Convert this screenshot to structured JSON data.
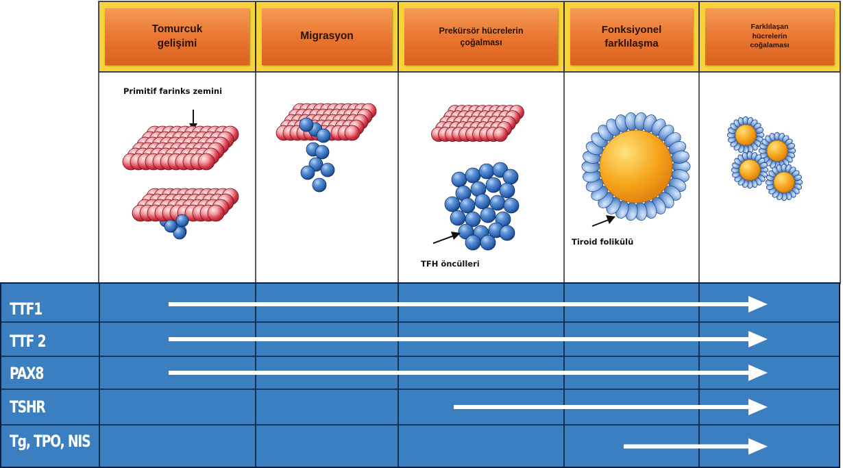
{
  "stages": [
    {
      "label": "Tomurcuk\ngelişimi",
      "caption": "Primitif farinks zemini"
    },
    {
      "label": "Migrasyon",
      "caption": ""
    },
    {
      "label": "Prekürsör hücrelerin\nçoğalması",
      "caption": "TFH öncülleri"
    },
    {
      "label": "Fonksiyonel\nfarklılaşma",
      "caption": "Tiroid folikülü"
    },
    {
      "label": "Farklılaşan\nhücrelerin\ncoğalaması",
      "caption": ""
    }
  ],
  "genes": [
    {
      "name": "TTF1",
      "from_stage": 1,
      "to_stage": 5
    },
    {
      "name": "TTF 2",
      "from_stage": 1,
      "to_stage": 5
    },
    {
      "name": "PAX8",
      "from_stage": 1,
      "to_stage": 5
    },
    {
      "name": "TSHR",
      "from_stage": 3,
      "to_stage": 5
    },
    {
      "name": "Tg, TPO, NIS",
      "from_stage": 4,
      "to_stage": 5
    }
  ],
  "colors": {
    "header_yellow": "#f7d23a",
    "stage_orange": "#e8742e",
    "band_blue": "#3c7fc1",
    "cell_red": "#d83a4a",
    "cell_blue": "#2d64b3",
    "follicle_orange": "#f6a51c",
    "arrow": "#ffffff"
  }
}
